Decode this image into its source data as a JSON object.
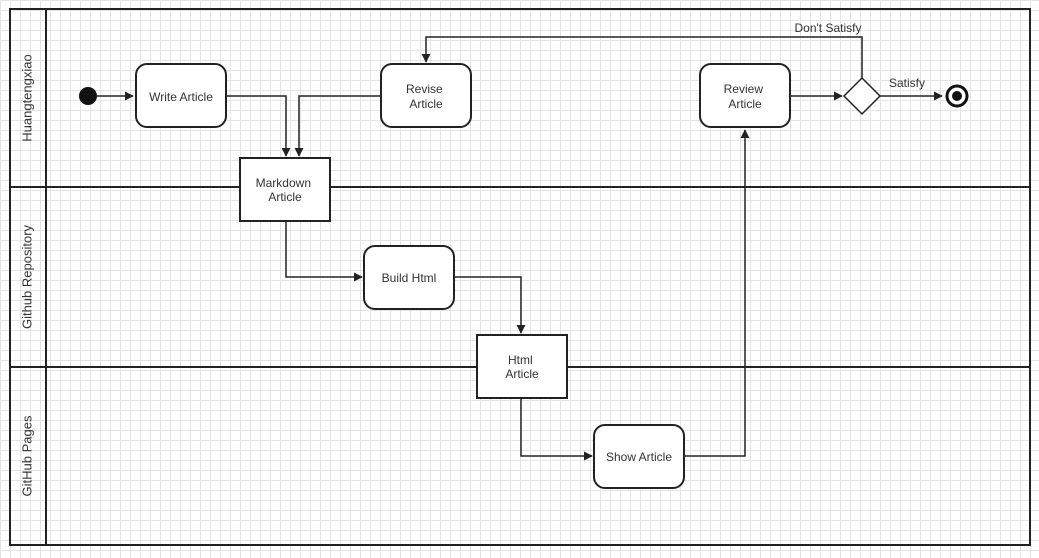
{
  "lanes": [
    {
      "id": "huang",
      "label": "Huangtengxiao"
    },
    {
      "id": "repo",
      "label": "Github Repository"
    },
    {
      "id": "pages",
      "label": "GitHub Pages"
    }
  ],
  "actions": {
    "write_article": [
      "Write Article"
    ],
    "revise_article": [
      "Revise",
      "Article"
    ],
    "review_article": [
      "Review",
      "Article"
    ],
    "build_html": [
      "Build Html"
    ],
    "show_article": [
      "Show Article"
    ]
  },
  "objects": {
    "markdown_article": [
      "Markdown",
      "Article"
    ],
    "html_article": [
      "Html",
      "Article"
    ]
  },
  "edge_labels": {
    "dont_satisfy": "Don't Satisfy",
    "satisfy": "Satisfy"
  }
}
